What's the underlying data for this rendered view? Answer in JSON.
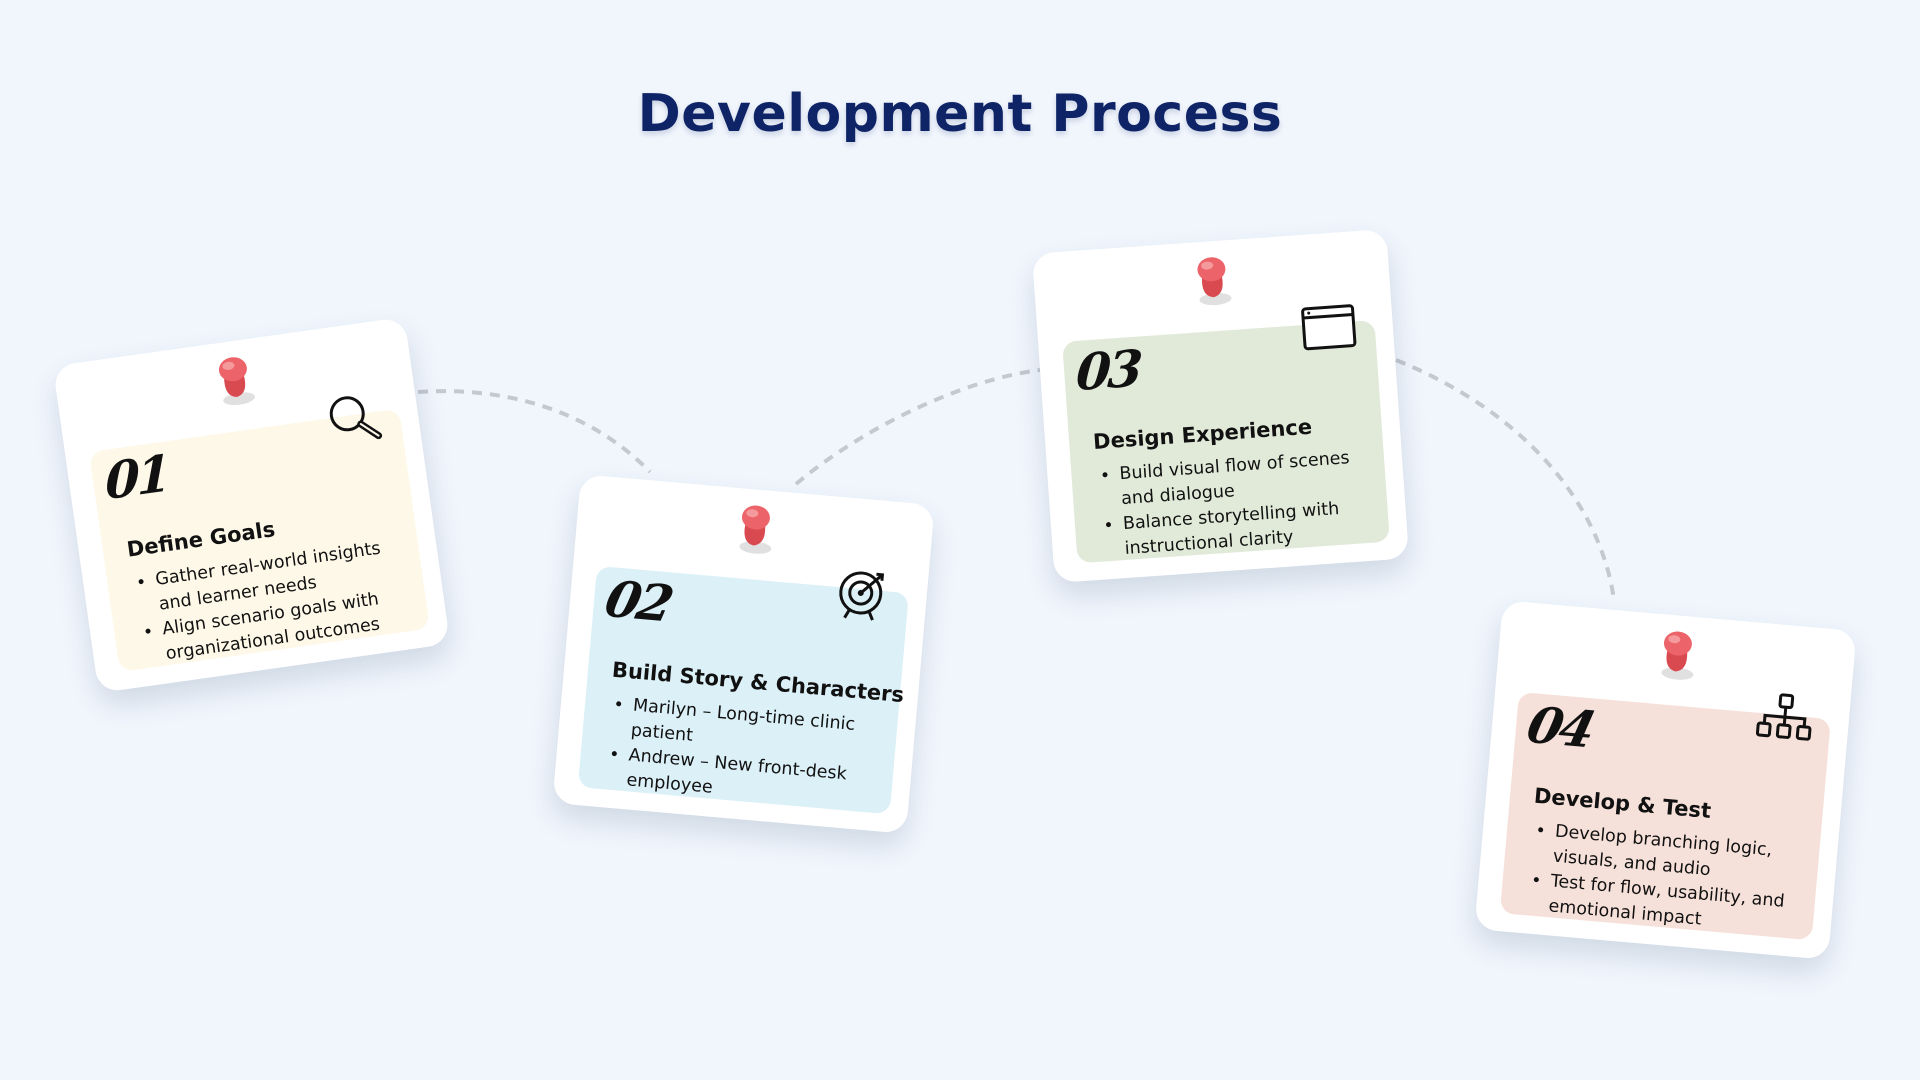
{
  "title": "Development Process",
  "steps": [
    {
      "number": "01",
      "heading": "Define Goals",
      "icon": "magnifier-icon",
      "color": "#fdf8e8",
      "bullets": [
        "Gather real-world insights and learner needs",
        "Align scenario goals with organizational outcomes"
      ]
    },
    {
      "number": "02",
      "heading": "Build Story & Characters",
      "icon": "target-icon",
      "color": "#dcf0f8",
      "bullets": [
        "Marilyn – Long-time clinic patient",
        "Andrew – New front-desk employee"
      ]
    },
    {
      "number": "03",
      "heading": "Design Experience",
      "icon": "browser-window-icon",
      "color": "#e1ead9",
      "bullets": [
        "Build visual flow of scenes and dialogue",
        "Balance storytelling with instructional clarity"
      ]
    },
    {
      "number": "04",
      "heading": "Develop & Test",
      "icon": "hierarchy-icon",
      "color": "#f6e1da",
      "bullets": [
        "Develop branching logic, visuals, and audio",
        "Test for flow, usability, and emotional impact"
      ]
    }
  ],
  "colors": {
    "title": "#0f2466",
    "background": "#f1f6fd",
    "pin": "#e85a5f",
    "connector": "#c4c8d0"
  }
}
